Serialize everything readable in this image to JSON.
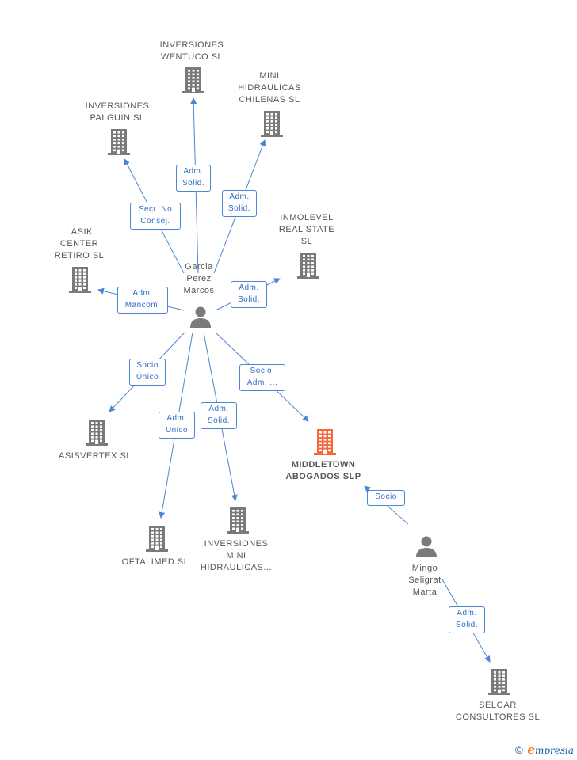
{
  "colors": {
    "edge": "#4a86d4",
    "company": "#7a7a7a",
    "highlight": "#f26a3a",
    "person": "#7a7a7a"
  },
  "nodes": [
    {
      "id": "n_wentuco",
      "kind": "company",
      "label": "INVERSIONES\nWENTUCO  SL"
    },
    {
      "id": "n_mini_chilenas",
      "kind": "company",
      "label": "MINI\nHIDRAULICAS\nCHILENAS  SL"
    },
    {
      "id": "n_palguin",
      "kind": "company",
      "label": "INVERSIONES\nPALGUIN  SL"
    },
    {
      "id": "n_inmolevel",
      "kind": "company",
      "label": "INMOLEVEL\nREAL STATE\nSL"
    },
    {
      "id": "n_lasik",
      "kind": "company",
      "label": "LASIK\nCENTER\nRETIRO SL"
    },
    {
      "id": "n_garcia",
      "kind": "person",
      "label": "Garcia\nPerez\nMarcos"
    },
    {
      "id": "n_asisvertex",
      "kind": "company",
      "label": "ASISVERTEX SL"
    },
    {
      "id": "n_middletown",
      "kind": "company-main",
      "label": "MIDDLETOWN\nABOGADOS SLP"
    },
    {
      "id": "n_oftalimed",
      "kind": "company",
      "label": "OFTALIMED SL"
    },
    {
      "id": "n_inv_mini",
      "kind": "company",
      "label": "INVERSIONES\nMINI\nHIDRAULICAS..."
    },
    {
      "id": "n_mingo",
      "kind": "person",
      "label": "Mingo\nSeligrat\nMarta"
    },
    {
      "id": "n_selgar",
      "kind": "company",
      "label": "SELGAR\nCONSULTORES SL"
    }
  ],
  "edges": [
    {
      "id": "e1",
      "from": "n_garcia",
      "to": "n_wentuco",
      "label": "Adm.\nSolid."
    },
    {
      "id": "e2",
      "from": "n_garcia",
      "to": "n_mini_chilenas",
      "label": "Adm.\nSolid."
    },
    {
      "id": "e3",
      "from": "n_garcia",
      "to": "n_palguin",
      "label": "Secr.  No\nConsej."
    },
    {
      "id": "e4",
      "from": "n_garcia",
      "to": "n_inmolevel",
      "label": "Adm.\nSolid."
    },
    {
      "id": "e5",
      "from": "n_garcia",
      "to": "n_lasik",
      "label": "Adm.\nMancom."
    },
    {
      "id": "e6",
      "from": "n_garcia",
      "to": "n_asisvertex",
      "label": "Socio\nÚnico"
    },
    {
      "id": "e7",
      "from": "n_garcia",
      "to": "n_oftalimed",
      "label": "Adm.\nUnico"
    },
    {
      "id": "e8",
      "from": "n_garcia",
      "to": "n_inv_mini",
      "label": "Adm.\nSolid."
    },
    {
      "id": "e9",
      "from": "n_garcia",
      "to": "n_middletown",
      "label": "Socio,\nAdm. ..."
    },
    {
      "id": "e10",
      "from": "n_mingo",
      "to": "n_middletown",
      "label": "Socio"
    },
    {
      "id": "e11",
      "from": "n_mingo",
      "to": "n_selgar",
      "label": "Adm.\nSolid."
    }
  ],
  "footer": {
    "copyright": "©",
    "brand_initial": "e",
    "brand_rest": "mpresia"
  }
}
